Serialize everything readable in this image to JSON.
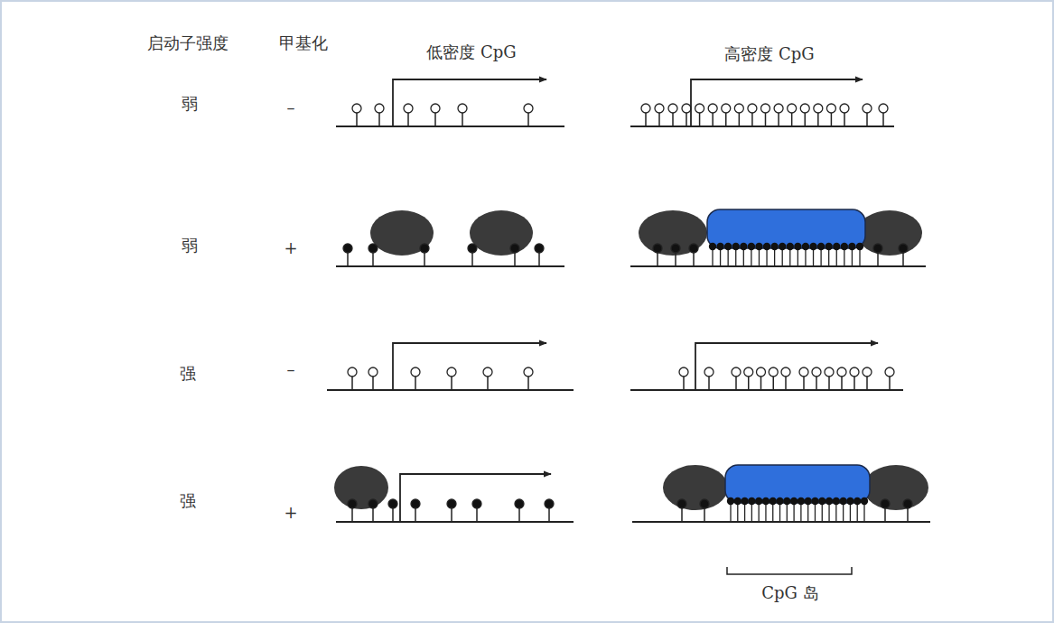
{
  "diagram": {
    "labels": [
      "启动子强度",
      "甲基化",
      "低密度 CpG",
      "高密度 CpG",
      "弱",
      "–",
      "弱",
      "+",
      "强",
      "–",
      "强",
      "+",
      "CpG 岛"
    ]
  }
}
